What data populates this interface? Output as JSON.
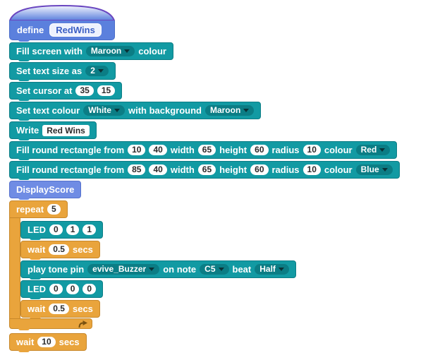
{
  "define_block": {
    "keyword": "define",
    "name": "RedWins"
  },
  "blocks": {
    "fill_screen": {
      "text1": "Fill screen with",
      "dropdown1": "Maroon",
      "text2": "colour"
    },
    "set_text_size": {
      "text1": "Set text size as",
      "dropdown1": "2"
    },
    "set_cursor": {
      "text1": "Set cursor at",
      "num1": "35",
      "num2": "15"
    },
    "set_text_colour": {
      "text1": "Set text colour",
      "dropdown1": "White",
      "text2": "with background",
      "dropdown2": "Maroon"
    },
    "write": {
      "text1": "Write",
      "field1": "Red Wins"
    },
    "fill_rect_red": {
      "text1": "Fill round rectangle from",
      "num1": "10",
      "num2": "40",
      "text2": "width",
      "num3": "65",
      "text3": "height",
      "num4": "60",
      "text4": "radius",
      "num5": "10",
      "text5": "colour",
      "dropdown1": "Red"
    },
    "fill_rect_blue": {
      "text1": "Fill round rectangle from",
      "num1": "85",
      "num2": "40",
      "text2": "width",
      "num3": "65",
      "text3": "height",
      "num4": "60",
      "text4": "radius",
      "num5": "10",
      "text5": "colour",
      "dropdown1": "Blue"
    },
    "display_score": {
      "label": "DisplayScore"
    },
    "repeat": {
      "text1": "repeat",
      "num1": "5"
    },
    "led_on": {
      "text1": "LED",
      "num1": "0",
      "num2": "1",
      "num3": "1"
    },
    "wait_a": {
      "text1": "wait",
      "num1": "0.5",
      "text2": "secs"
    },
    "play_tone": {
      "text1": "play tone pin",
      "dropdown1": "evive_Buzzer",
      "text2": "on note",
      "dropdown2": "C5",
      "text3": "beat",
      "dropdown3": "Half"
    },
    "led_off": {
      "text1": "LED",
      "num1": "0",
      "num2": "0",
      "num3": "0"
    },
    "wait_b": {
      "text1": "wait",
      "num1": "0.5",
      "text2": "secs"
    },
    "wait_c": {
      "text1": "wait",
      "num1": "10",
      "text2": "secs"
    }
  },
  "colors": {
    "teal_block": "#129aa3",
    "teal_dark": "#0b7d85",
    "gold_block": "#e9a43c",
    "gold_dark": "#c8882a",
    "custom_blue": "#6f8ce4",
    "define_blue": "#5b80dd",
    "hat_purple": "#6a46c0",
    "background": "#ffffff"
  }
}
